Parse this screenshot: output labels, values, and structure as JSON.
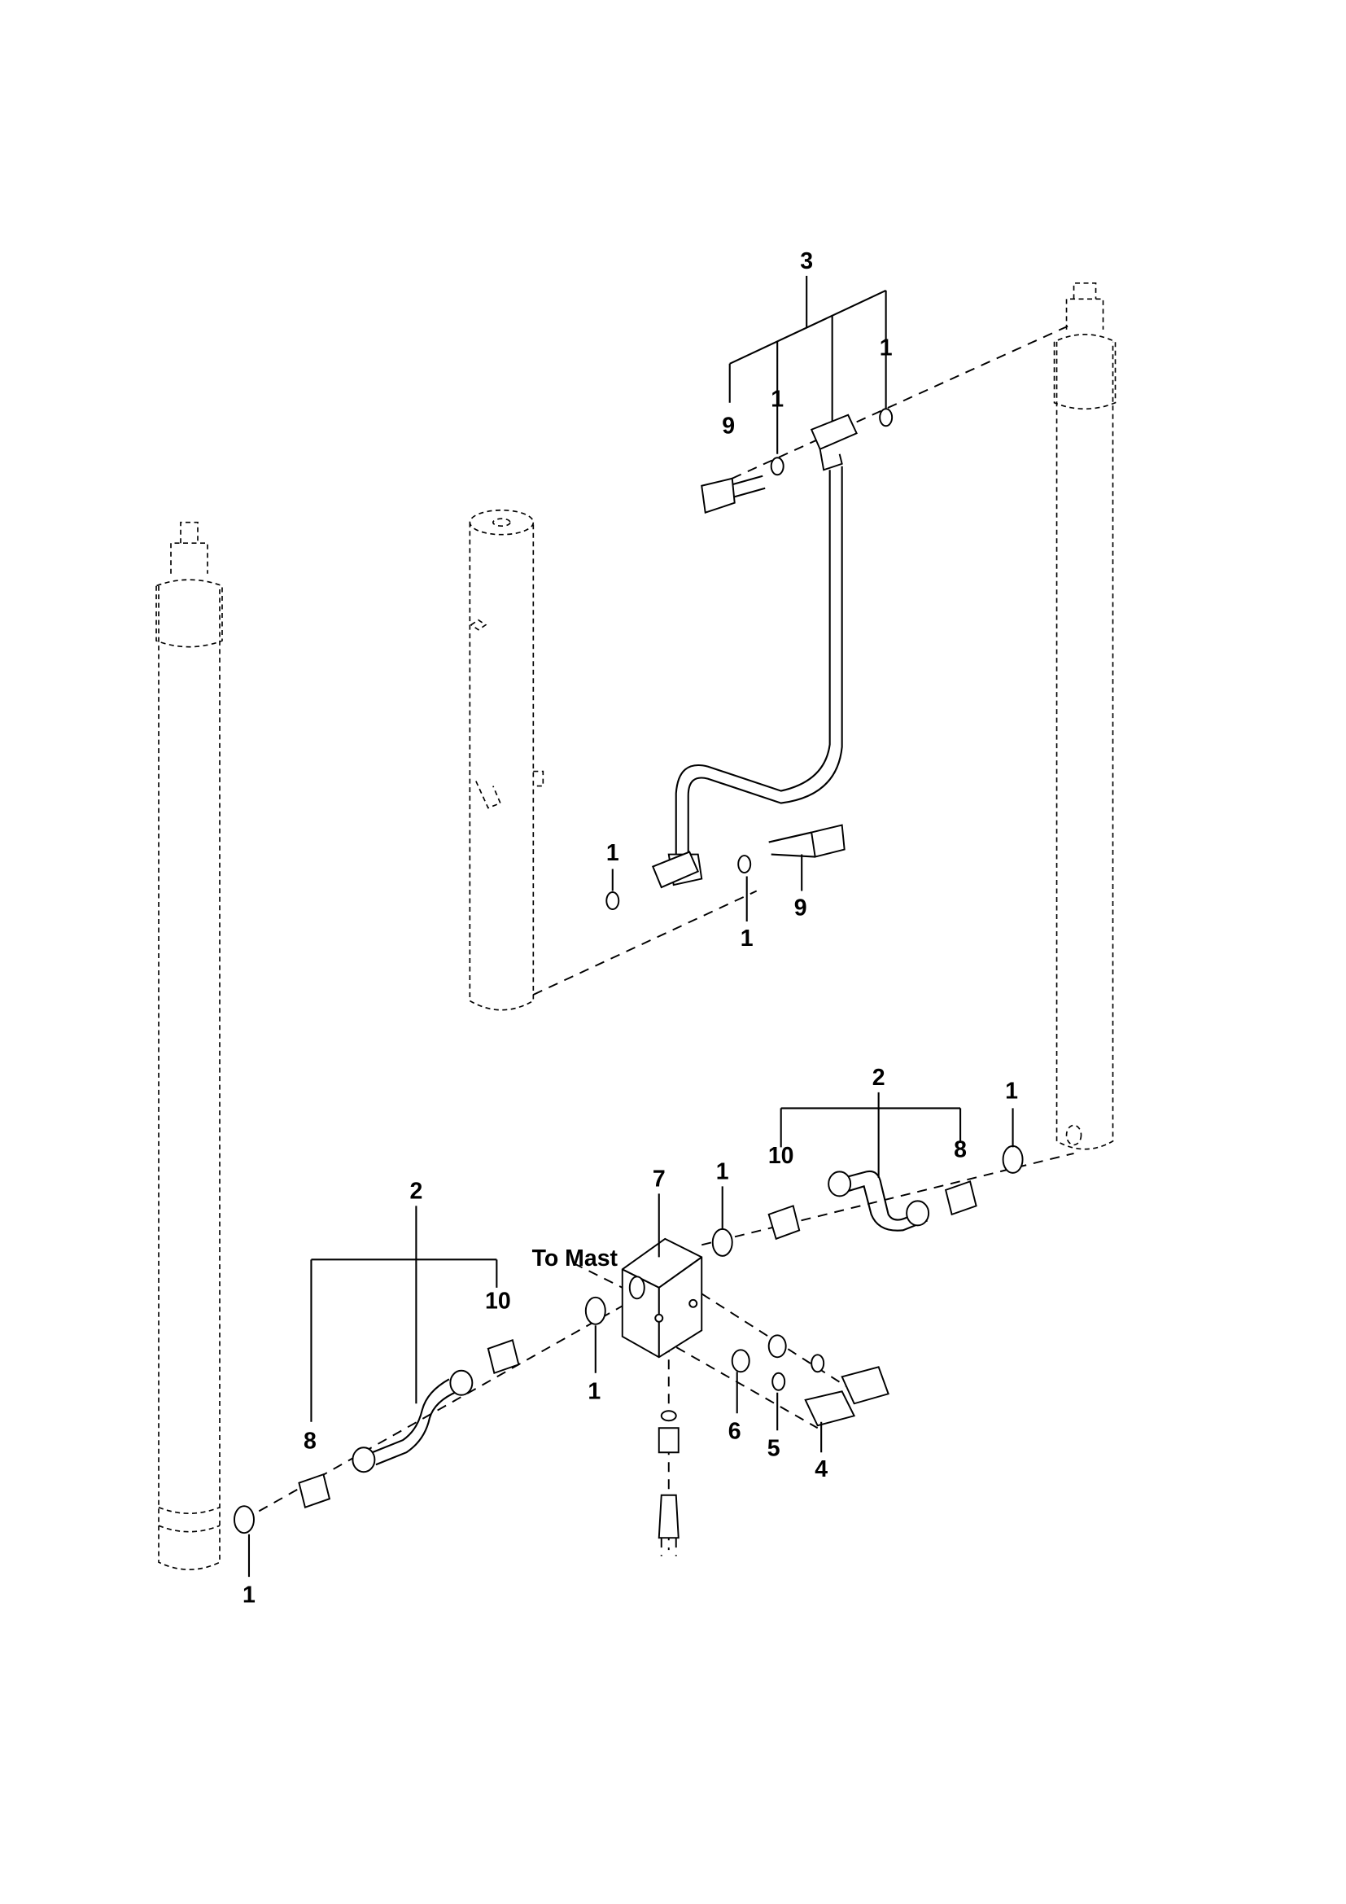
{
  "diagram": {
    "callouts": {
      "c3": "3",
      "c9a": "9",
      "c1a": "1",
      "c1b": "1",
      "c1c": "1",
      "c1d": "1",
      "c9b": "9",
      "c2a": "2",
      "c10a": "10",
      "c8a": "8",
      "c1e": "1",
      "c7": "7",
      "c1f": "1",
      "to_mast": "To Mast",
      "c2b": "2",
      "c10b": "10",
      "c1g": "1",
      "c8b": "8",
      "c1h": "1",
      "c6": "6",
      "c5": "5",
      "c4": "4"
    }
  }
}
